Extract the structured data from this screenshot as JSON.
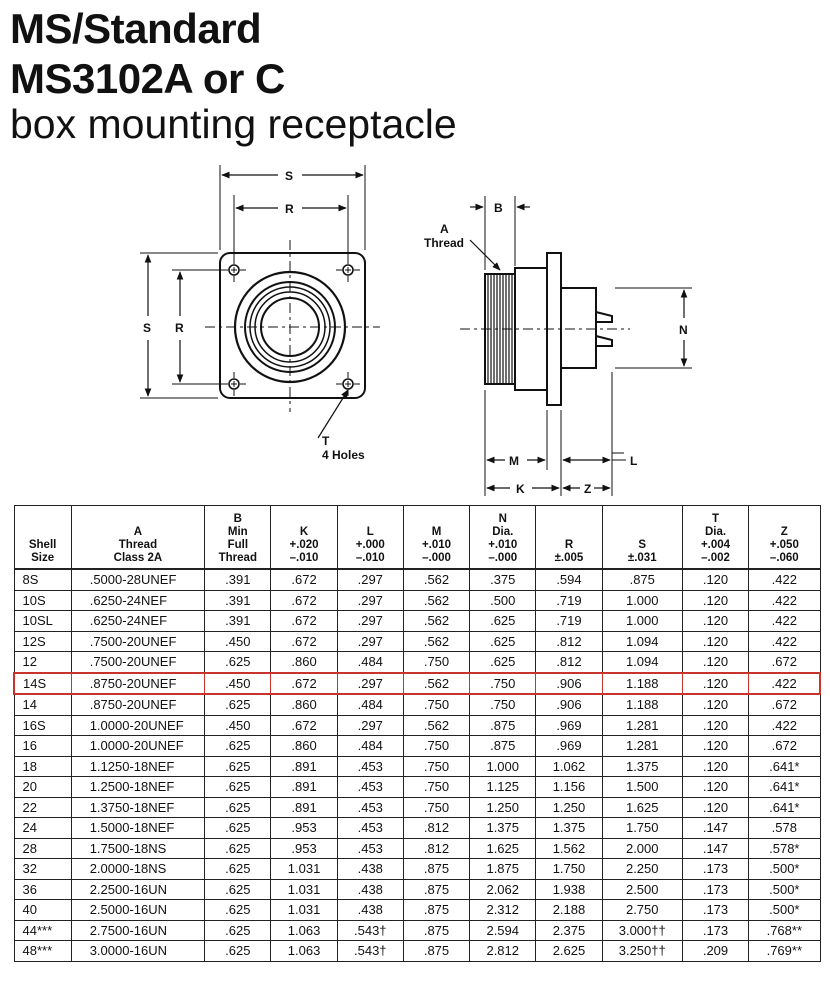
{
  "header": {
    "line1": "MS/Standard",
    "line2": "MS3102A or C",
    "line3": "box mounting receptacle"
  },
  "drawing": {
    "label_S": "S",
    "label_R": "R",
    "label_T": "T",
    "label_T_note": "4 Holes",
    "label_A": "A",
    "label_A_note": "Thread",
    "label_B": "B",
    "label_N": "N",
    "label_M": "M",
    "label_L": "L",
    "label_K": "K",
    "label_Z": "Z"
  },
  "table": {
    "headers": [
      [
        "Shell",
        "Size"
      ],
      [
        "A",
        "Thread",
        "Class 2A"
      ],
      [
        "B",
        "Min",
        "Full",
        "Thread"
      ],
      [
        "K",
        "+.020",
        "–.010"
      ],
      [
        "L",
        "+.000",
        "–.010"
      ],
      [
        "M",
        "+.010",
        "–.000"
      ],
      [
        "N",
        "Dia.",
        "+.010",
        "–.000"
      ],
      [
        "R",
        "±.005"
      ],
      [
        "S",
        "±.031"
      ],
      [
        "T",
        "Dia.",
        "+.004",
        "–.002"
      ],
      [
        "Z",
        "+.050",
        "–.060"
      ]
    ],
    "rows": [
      [
        "8S",
        ".5000-28UNEF",
        ".391",
        ".672",
        ".297",
        ".562",
        ".375",
        ".594",
        ".875",
        ".120",
        ".422"
      ],
      [
        "10S",
        ".6250-24NEF",
        ".391",
        ".672",
        ".297",
        ".562",
        ".500",
        ".719",
        "1.000",
        ".120",
        ".422"
      ],
      [
        "10SL",
        ".6250-24NEF",
        ".391",
        ".672",
        ".297",
        ".562",
        ".625",
        ".719",
        "1.000",
        ".120",
        ".422"
      ],
      [
        "12S",
        ".7500-20UNEF",
        ".450",
        ".672",
        ".297",
        ".562",
        ".625",
        ".812",
        "1.094",
        ".120",
        ".422"
      ],
      [
        "12",
        ".7500-20UNEF",
        ".625",
        ".860",
        ".484",
        ".750",
        ".625",
        ".812",
        "1.094",
        ".120",
        ".672"
      ],
      [
        "14S",
        ".8750-20UNEF",
        ".450",
        ".672",
        ".297",
        ".562",
        ".750",
        ".906",
        "1.188",
        ".120",
        ".422"
      ],
      [
        "14",
        ".8750-20UNEF",
        ".625",
        ".860",
        ".484",
        ".750",
        ".750",
        ".906",
        "1.188",
        ".120",
        ".672"
      ],
      [
        "16S",
        "1.0000-20UNEF",
        ".450",
        ".672",
        ".297",
        ".562",
        ".875",
        ".969",
        "1.281",
        ".120",
        ".422"
      ],
      [
        "16",
        "1.0000-20UNEF",
        ".625",
        ".860",
        ".484",
        ".750",
        ".875",
        ".969",
        "1.281",
        ".120",
        ".672"
      ],
      [
        "18",
        "1.1250-18NEF",
        ".625",
        ".891",
        ".453",
        ".750",
        "1.000",
        "1.062",
        "1.375",
        ".120",
        ".641*"
      ],
      [
        "20",
        "1.2500-18NEF",
        ".625",
        ".891",
        ".453",
        ".750",
        "1.125",
        "1.156",
        "1.500",
        ".120",
        ".641*"
      ],
      [
        "22",
        "1.3750-18NEF",
        ".625",
        ".891",
        ".453",
        ".750",
        "1.250",
        "1.250",
        "1.625",
        ".120",
        ".641*"
      ],
      [
        "24",
        "1.5000-18NEF",
        ".625",
        ".953",
        ".453",
        ".812",
        "1.375",
        "1.375",
        "1.750",
        ".147",
        ".578"
      ],
      [
        "28",
        "1.7500-18NS",
        ".625",
        ".953",
        ".453",
        ".812",
        "1.625",
        "1.562",
        "2.000",
        ".147",
        ".578*"
      ],
      [
        "32",
        "2.0000-18NS",
        ".625",
        "1.031",
        ".438",
        ".875",
        "1.875",
        "1.750",
        "2.250",
        ".173",
        ".500*"
      ],
      [
        "36",
        "2.2500-16UN",
        ".625",
        "1.031",
        ".438",
        ".875",
        "2.062",
        "1.938",
        "2.500",
        ".173",
        ".500*"
      ],
      [
        "40",
        "2.5000-16UN",
        ".625",
        "1.031",
        ".438",
        ".875",
        "2.312",
        "2.188",
        "2.750",
        ".173",
        ".500*"
      ],
      [
        "44***",
        "2.7500-16UN",
        ".625",
        "1.063",
        ".543†",
        ".875",
        "2.594",
        "2.375",
        "3.000††",
        ".173",
        ".768**"
      ],
      [
        "48***",
        "3.0000-16UN",
        ".625",
        "1.063",
        ".543†",
        ".875",
        "2.812",
        "2.625",
        "3.250††",
        ".209",
        ".769**"
      ]
    ],
    "highlight_row": 5,
    "highlight_color": "#c8342c"
  }
}
